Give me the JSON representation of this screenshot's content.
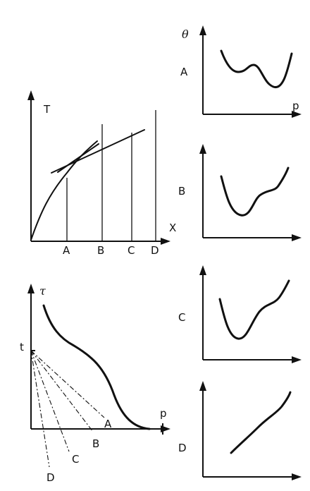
{
  "top_left_panel": {
    "y_axis_label": "T",
    "x_axis_label": "X",
    "markers": [
      "A",
      "B",
      "C",
      "D"
    ]
  },
  "bottom_left_panel": {
    "y_axis_label": "τ",
    "y_tick_label": "t",
    "x_tick_label": "p",
    "line_labels": [
      "A",
      "B",
      "C",
      "D"
    ]
  },
  "right_panels": {
    "y_axis_label": "θ",
    "x_axis_label": "p",
    "panel_labels": [
      "A",
      "B",
      "C",
      "D"
    ]
  }
}
